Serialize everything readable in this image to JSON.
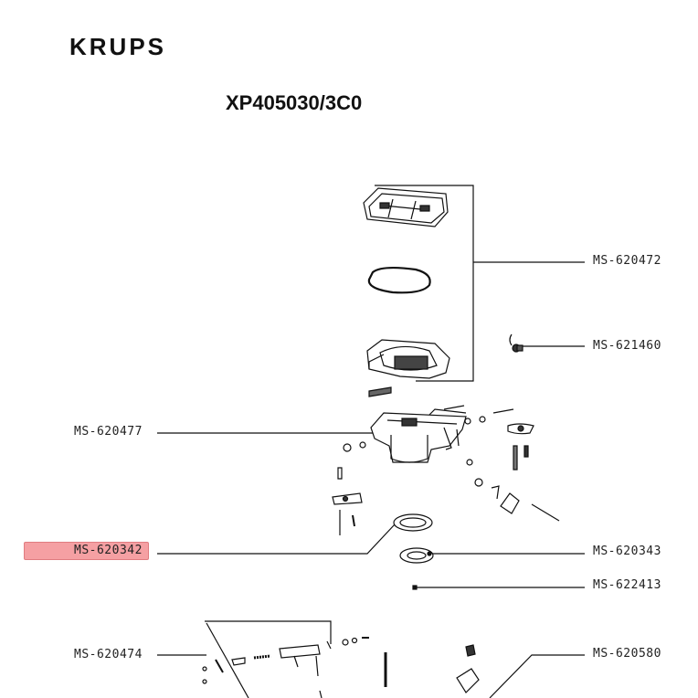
{
  "brand": "KRUPS",
  "model": "XP405030/3C0",
  "highlight_color": "#f5a0a3",
  "parts": [
    {
      "ref": "MS-620472",
      "highlighted": false
    },
    {
      "ref": "MS-621460",
      "highlighted": false
    },
    {
      "ref": "MS-620477",
      "highlighted": false
    },
    {
      "ref": "MS-620342",
      "highlighted": true
    },
    {
      "ref": "MS-620343",
      "highlighted": false
    },
    {
      "ref": "MS-622413",
      "highlighted": false
    },
    {
      "ref": "MS-620474",
      "highlighted": false
    },
    {
      "ref": "MS-620580",
      "highlighted": false
    }
  ]
}
